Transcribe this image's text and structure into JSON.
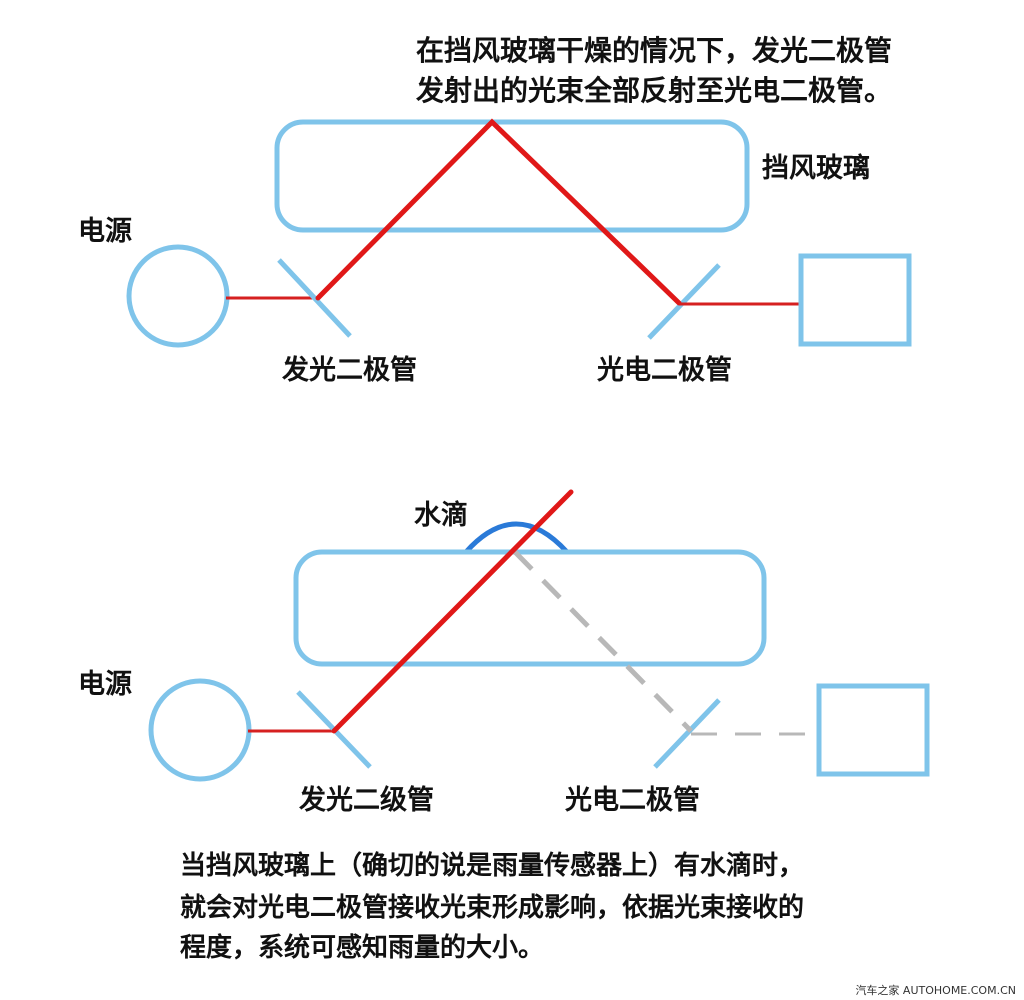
{
  "top_diagram": {
    "caption_line1": "在挡风玻璃干燥的情况下，发光二极管",
    "caption_line2": "发射出的光束全部反射至光电二极管。",
    "windshield_label": "挡风玻璃",
    "power_label": "电源",
    "emitter_label": "发光二极管",
    "receiver_label": "光电二极管"
  },
  "bottom_diagram": {
    "drop_label": "水滴",
    "power_label": "电源",
    "emitter_label": "发光二级管",
    "receiver_label": "光电二极管"
  },
  "description": {
    "line1": "当挡风玻璃上（确切的说是雨量传感器上）有水滴时，",
    "line2": "就会对光电二极管接收光束形成影响，依据光束接收的",
    "line3": "程度，系统可感知雨量的大小。"
  },
  "watermark": "汽车之家 AUTOHOME.COM.CN",
  "colors": {
    "outline": "#7fc4ea",
    "beam": "#e01818",
    "blocked_beam": "#b8b8b8",
    "water_drop": "#2a7ad8"
  }
}
